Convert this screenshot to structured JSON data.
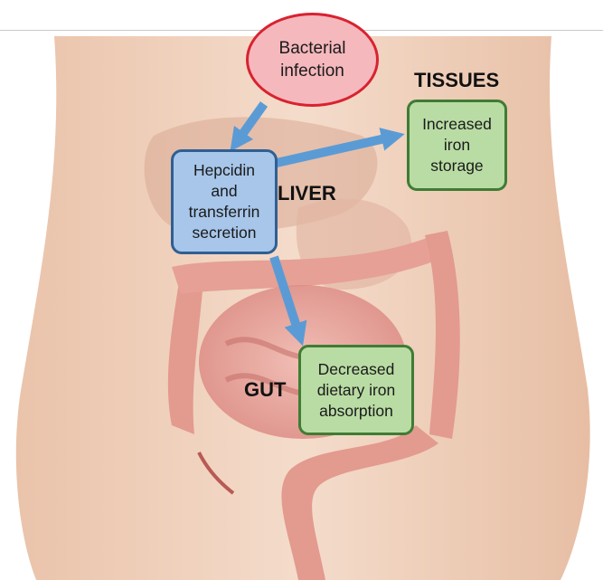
{
  "nodes": {
    "infection": "Bacterial\ninfection",
    "liver_action": "Hepcidin\nand\ntransferrin\nsecretion",
    "tissue_effect": "Increased\niron\nstorage",
    "gut_effect": "Decreased\ndietary iron\nabsorption"
  },
  "regions": {
    "tissues": "TISSUES",
    "liver": "LIVER",
    "gut": "GUT"
  },
  "colors": {
    "infection_fill": "#f5b8bd",
    "infection_border": "#d92230",
    "liver_fill": "#a7c6ea",
    "liver_border": "#2f5f93",
    "effect_fill": "#b9dca4",
    "effect_border": "#3f7c34",
    "arrow": "#5b9bd5"
  },
  "icons": {
    "background": "abdomen-anatomy-illustration"
  }
}
